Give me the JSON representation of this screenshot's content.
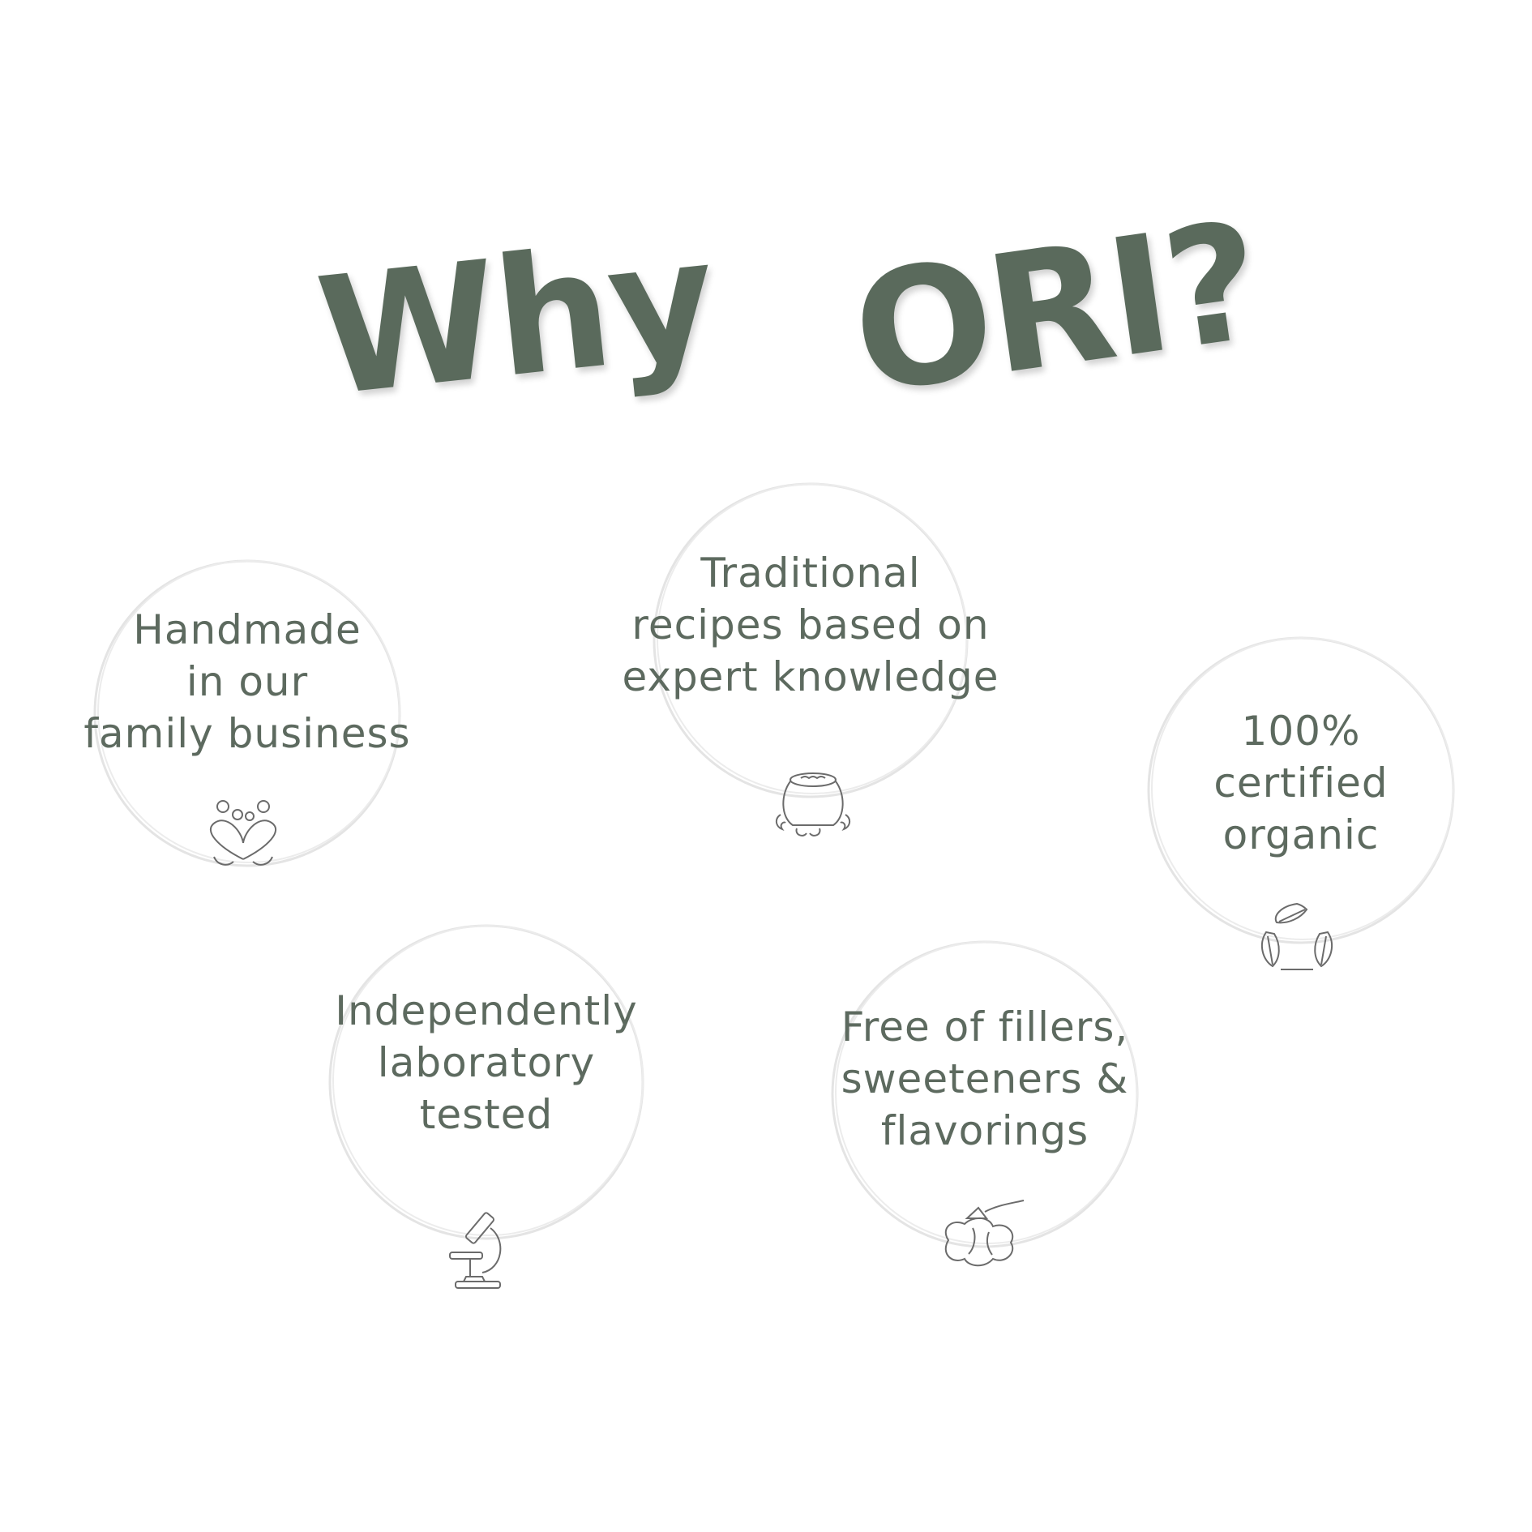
{
  "title": {
    "word1": "Why",
    "word2": "ORI?"
  },
  "colors": {
    "text": "#5d6a5f",
    "title": "#5a6a5c",
    "ring": "#e4e4e4",
    "icon": "#6b6b6b"
  },
  "features": [
    {
      "lines": [
        "Handmade",
        "in our",
        "family business"
      ],
      "icon": "family-heart-icon"
    },
    {
      "lines": [
        "Traditional",
        "recipes based on",
        "expert knowledge"
      ],
      "icon": "cooking-pot-icon"
    },
    {
      "lines": [
        "100%",
        "certified",
        "organic"
      ],
      "icon": "recycle-leaves-icon"
    },
    {
      "lines": [
        "Independently",
        "laboratory",
        "tested"
      ],
      "icon": "microscope-icon"
    },
    {
      "lines": [
        "Free of fillers,",
        "sweeteners &",
        "flavorings"
      ],
      "icon": "sugar-icon"
    }
  ]
}
